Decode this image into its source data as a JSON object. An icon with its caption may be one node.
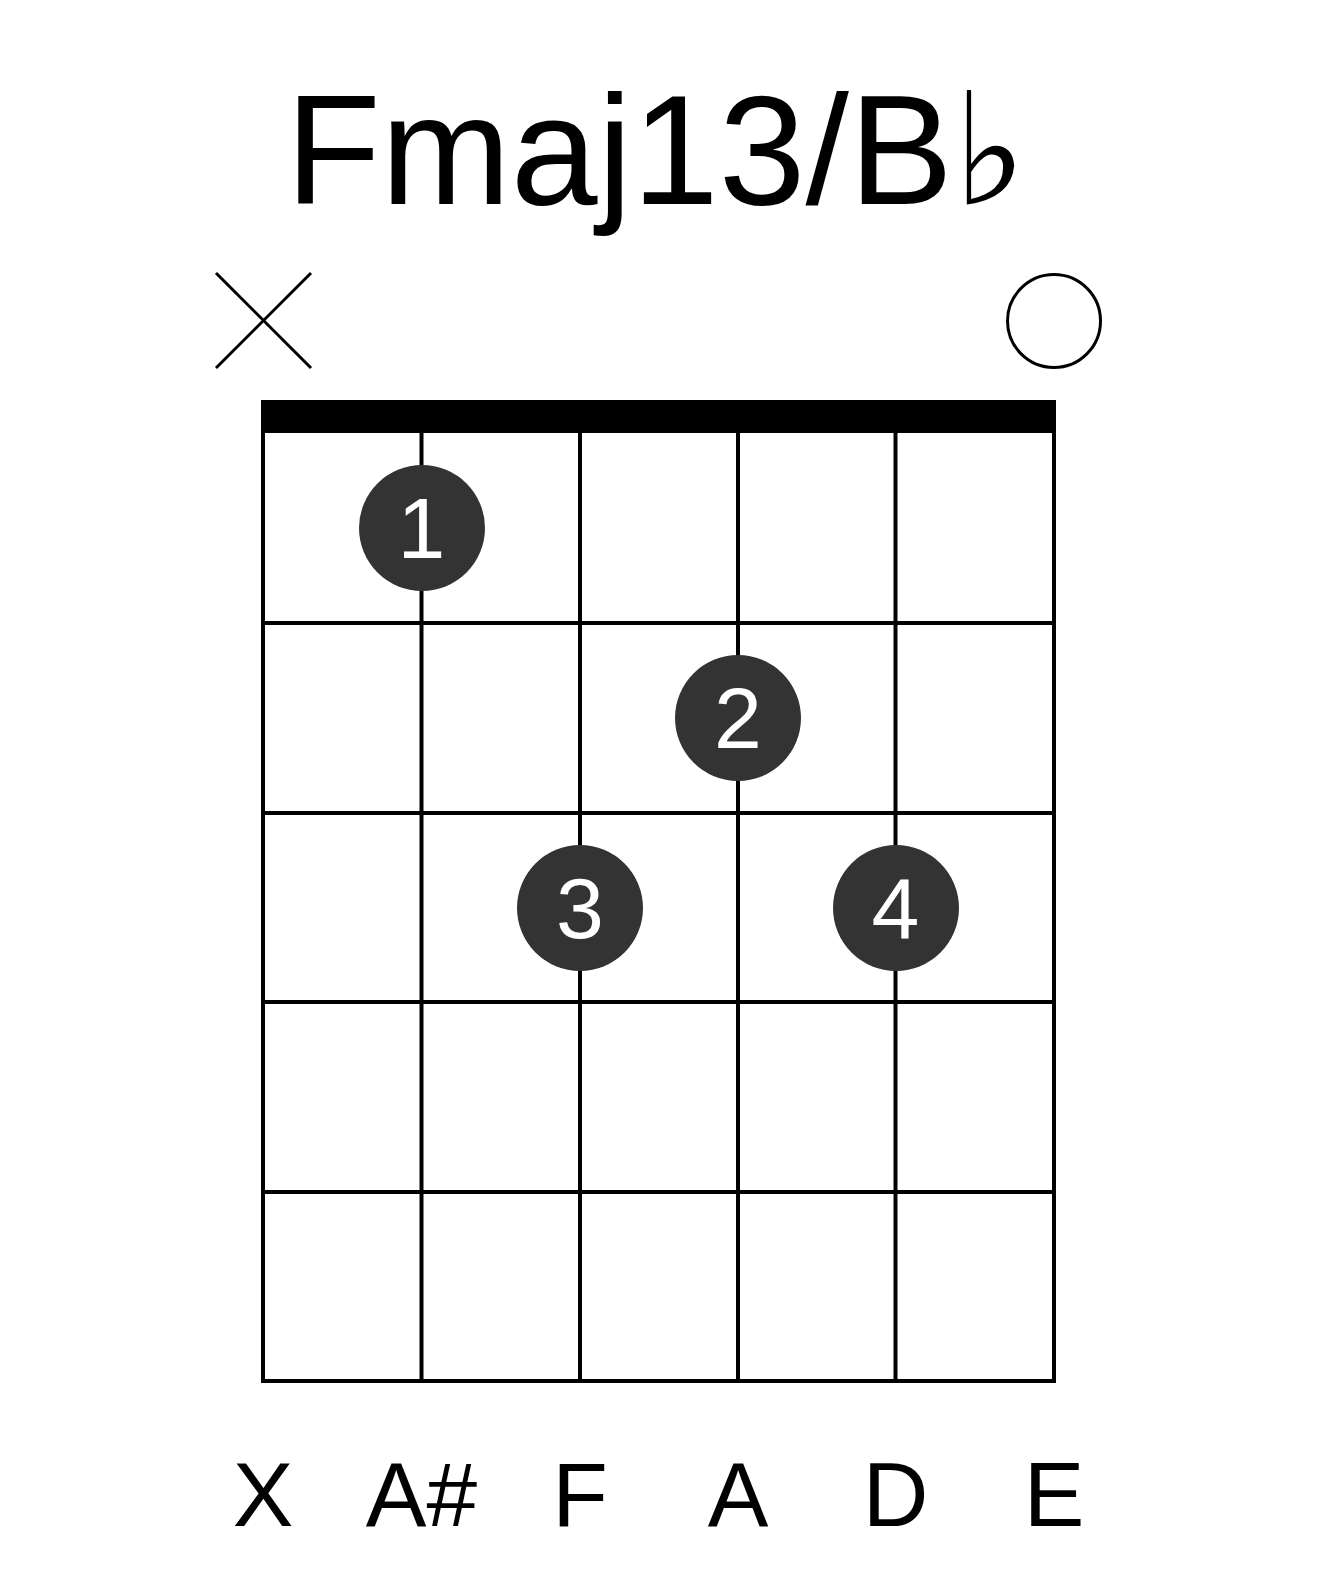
{
  "diagram": {
    "title": "Fmaj13/B♭",
    "nodes": [
      {
        "text": [
          "1"
        ]
      },
      {
        "text": [
          "2"
        ]
      },
      {
        "text": [
          "3"
        ]
      },
      {
        "text": [
          "4"
        ]
      }
    ],
    "labels": [
      "X",
      "A#",
      "F",
      "A",
      "D",
      "E"
    ]
  }
}
